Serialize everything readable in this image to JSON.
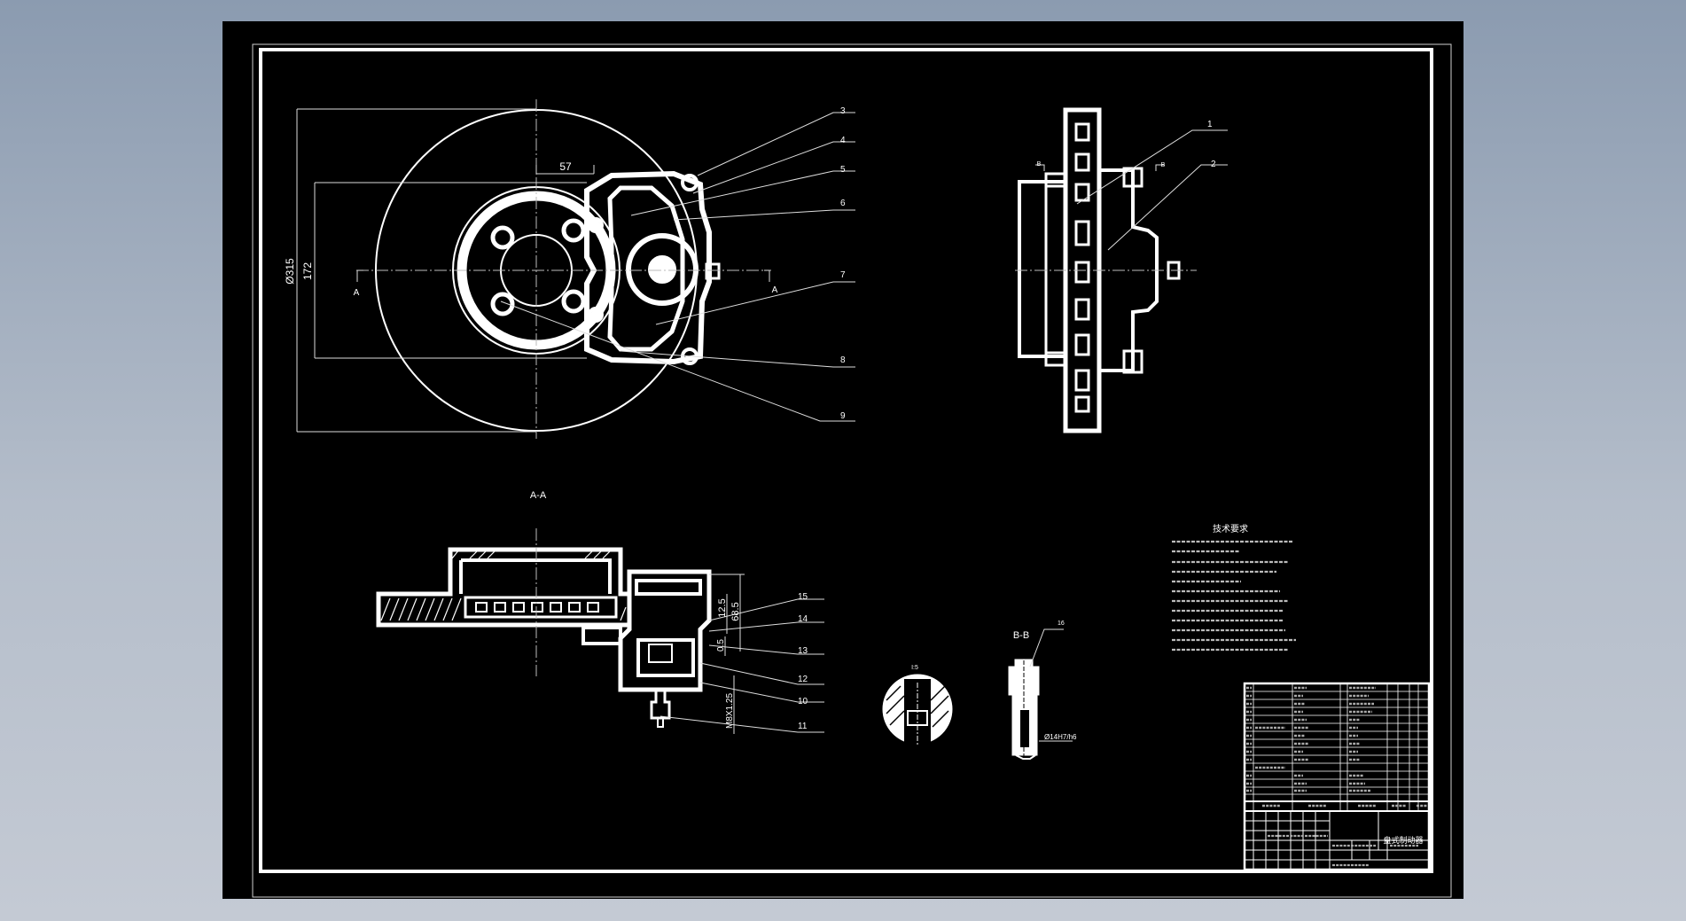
{
  "drawing": {
    "background": "#000000",
    "line_color": "#ffffff",
    "canvas_bg_top": "#8b9bb0",
    "canvas_bg_bottom": "#c4cad4"
  },
  "front_view": {
    "dim_outer_diameter": "Ø315",
    "dim_inner": "172",
    "dim_offset": "57",
    "section_mark_left": "A",
    "section_mark_right": "A",
    "callouts": [
      "3",
      "4",
      "5",
      "6",
      "7",
      "8",
      "9"
    ]
  },
  "side_view": {
    "section_mark_left": "B",
    "section_mark_right": "B",
    "callouts": [
      "1",
      "2"
    ]
  },
  "section_aa": {
    "title": "A-A",
    "dim_12_5": "12.5",
    "dim_68_5": "68.5",
    "dim_0_5": "0.5",
    "dim_thread": "M8X1.25",
    "callouts": [
      "15",
      "14",
      "13",
      "12",
      "10",
      "11"
    ]
  },
  "detail_i": {
    "label": "I:5"
  },
  "section_bb": {
    "title": "B-B",
    "callout": "16",
    "fit_note": "Ø14H7/h6"
  },
  "technical_requirements": {
    "title": "技术要求"
  },
  "title_block": {
    "drawing_name": "盘式制动器"
  }
}
